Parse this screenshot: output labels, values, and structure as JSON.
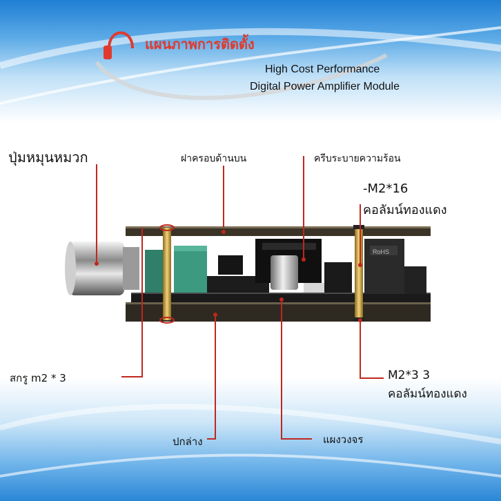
{
  "title_th": "แผนภาพการติดตั้ง",
  "title_en_line1": "High Cost Performance",
  "title_en_line2": "Digital Power Amplifier Module",
  "labels": {
    "knob": "ปุ่มหมุนหมวก",
    "top_cover": "ฝาครอบด้านบน",
    "heatsink": "ครีบระบายความร้อน",
    "m2_16_line1": "-M2*16",
    "m2_16_line2": "คอลัมน์ทองแดง",
    "screw": "สกรู m2 * 3",
    "m2_3_line1": "M2*3 3",
    "m2_3_line2": "คอลัมน์ทองแดง",
    "bottom_cover": "ปกล่าง",
    "pcb": "แผงวงจร"
  },
  "board_print": "RoHS",
  "colors": {
    "accent_red": "#e03a2e",
    "callout_red": "#c0271d",
    "header_blue": "#1f7fd4"
  }
}
